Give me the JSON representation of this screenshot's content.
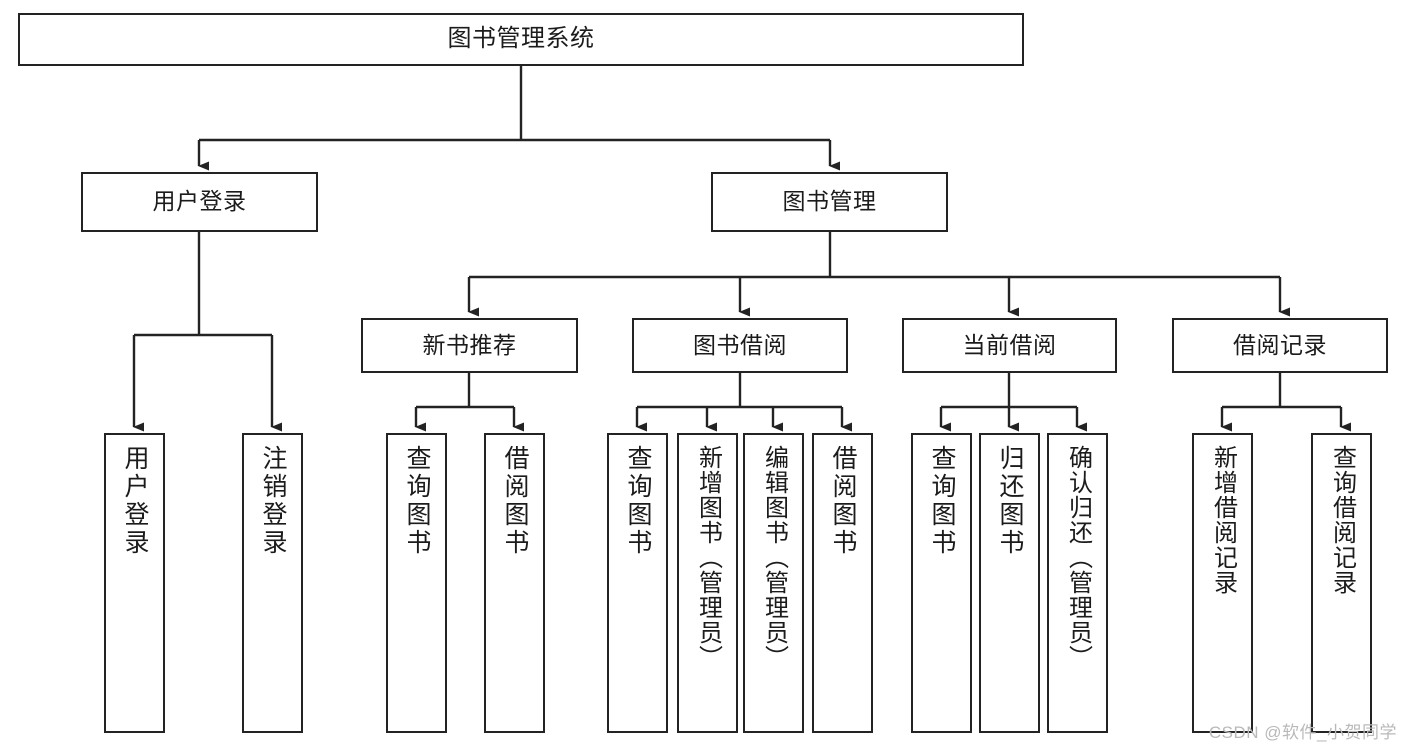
{
  "diagram": {
    "title": "图书管理系统",
    "type": "tree",
    "stroke_color": "#232323",
    "background_color": "#ffffff",
    "watermark": "CSDN @软件_小贺同学",
    "levels": {
      "root": {
        "label": "图书管理系统"
      },
      "branches": [
        {
          "label": "用户登录"
        },
        {
          "label": "图书管理"
        }
      ],
      "modules": [
        {
          "label": "新书推荐"
        },
        {
          "label": "图书借阅"
        },
        {
          "label": "当前借阅"
        },
        {
          "label": "借阅记录"
        }
      ],
      "leaves": [
        {
          "label": "用户登录",
          "parent": "用户登录"
        },
        {
          "label": "注销登录",
          "parent": "用户登录"
        },
        {
          "label": "查询图书",
          "parent": "新书推荐"
        },
        {
          "label": "借阅图书",
          "parent": "新书推荐"
        },
        {
          "label": "查询图书",
          "parent": "图书借阅"
        },
        {
          "label": "新增图书（管理员）",
          "parent": "图书借阅"
        },
        {
          "label": "编辑图书（管理员）",
          "parent": "图书借阅"
        },
        {
          "label": "借阅图书",
          "parent": "图书借阅"
        },
        {
          "label": "查询图书",
          "parent": "当前借阅"
        },
        {
          "label": "归还图书",
          "parent": "当前借阅"
        },
        {
          "label": "确认归还（管理员）",
          "parent": "当前借阅"
        },
        {
          "label": "新增借阅记录",
          "parent": "借阅记录"
        },
        {
          "label": "查询借阅记录",
          "parent": "借阅记录"
        }
      ]
    }
  }
}
